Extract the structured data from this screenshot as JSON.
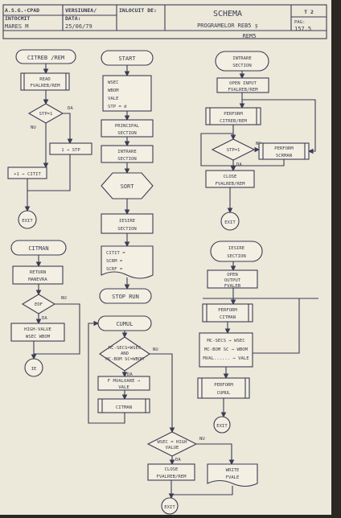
{
  "header": {
    "org": "A.S.G.-CPAD",
    "author_label": "INTOCMIT",
    "author": "MARES M",
    "version_label": "VERSIUNEA/",
    "date_label": "DATA:",
    "date": "25/06/79",
    "replaced_label": "INLOCUIT DE:",
    "title": "SCHEMA",
    "subtitle_1": "PROGRAMELOR  REB5  ș",
    "subtitle_2": "REM5",
    "sheet_code": "T 2",
    "page_label": "PAG:",
    "page": "157.5"
  },
  "col1": {
    "citreb_start": "CITREB /REM",
    "read_1": "READ",
    "read_2": "FVALREB/REM",
    "stp_cond": "STP=1",
    "da": "DA",
    "nu": "NU",
    "set_stp": "1 → STP",
    "count": "+1 → CITIT",
    "exit": "EXIT",
    "citman_start": "CITMAN",
    "return_1": "RETURN",
    "return_2": "MANEVRA",
    "eof_cond": "EOF",
    "eof_nu": "NU",
    "eof_da": "DA",
    "hv_1": "HIGH-VALUE",
    "hv_2": "WSEC WBOM",
    "ie": "IE"
  },
  "col2": {
    "start": "START",
    "init_1": "WSEC",
    "init_2": "WBOM",
    "init_3": "VALE",
    "init_4": "STP = ∅",
    "principal_1": "PRINCIPAL",
    "principal_2": "SECTION",
    "intrare_1": "INTRARE",
    "intrare_2": "SECTION",
    "sort": "SORT",
    "iesire_1": "IESIRE",
    "iesire_2": "SECTION",
    "tot_1": "CITIT =",
    "tot_2": "SCRM =",
    "tot_3": "SCRF =",
    "stop": "STOP RUN",
    "cumul": "CUMUL",
    "cmp_1": "MC-SECS=WSEC",
    "cmp_2": "AND",
    "cmp_3": "MC-BOM SC=WBOM",
    "cmp_nu": "NU",
    "cmp_da": "DA",
    "mval_1": "F MVALOARE →",
    "mval_2": "VALE",
    "citman_call": "CITMAN",
    "wsec_1": "WSEC = HIGH",
    "wsec_2": "VALUE",
    "wsec_nu": "NU",
    "wsec_da": "DA",
    "close_1": "CLOSE",
    "close_2": "FVALREB/REM",
    "write_1": "WRITE",
    "write_2": "FVALE",
    "exit": "EXIT"
  },
  "col3": {
    "intrare_1": "INTRARE",
    "intrare_2": "SECTION",
    "open_1": "OPEN INPUT",
    "open_2": "FVALREB/REM",
    "perf1_1": "PERFORM",
    "perf1_2": "CITREB/REM",
    "stp_cond": "STP=1",
    "stp_nu": "NU",
    "stp_da": "DA",
    "perf_scrman_1": "PERFORM",
    "perf_scrman_2": "SCRMAN",
    "close_1": "CLOSE",
    "close_2": "FVALREB/REM",
    "exit": "EXIT",
    "iesire_1": "IESIRE",
    "iesire_2": "SECTION",
    "open_out_1": "OPEN",
    "open_out_2": "OUTPUT",
    "open_out_3": "FVALEB",
    "perf_citman_1": "PERFORM",
    "perf_citman_2": "CITMAN",
    "move_1": "MC-SECS → WSEC",
    "move_2": "MC-BOM SC → WBOM",
    "move_3": "MVAL...... → VALE",
    "perf_cumul_1": "PERFORM",
    "perf_cumul_2": "CUMUL",
    "exit2": "EXIT"
  }
}
